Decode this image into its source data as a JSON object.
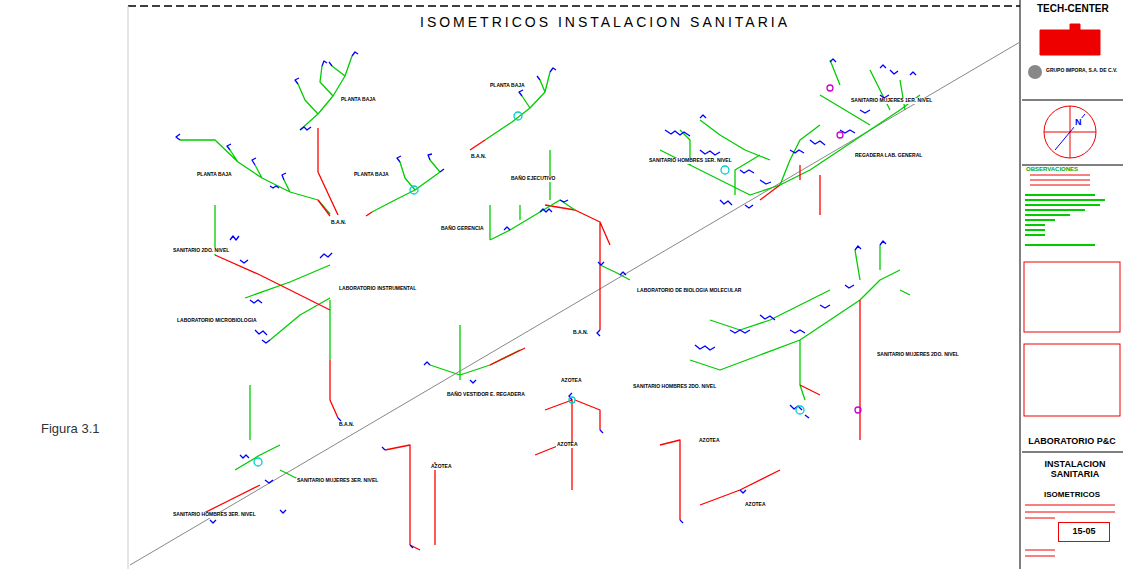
{
  "diagram": {
    "title": "ISOMETRICOS INSTALACION SANITARIA",
    "nodes": [
      {
        "text": [
          "LABORATORIO P&C"
        ]
      },
      {
        "text": [
          "INSTALACION SANITARIA"
        ]
      },
      {
        "text": [
          "ISOMETRICOS"
        ]
      },
      {
        "text": [
          "15-05"
        ]
      }
    ],
    "labels": [
      "TECH-CENTER",
      "Figura 3.1",
      "N",
      "PLANTA BAJA",
      "PLANTA BAJA",
      "PLANTA BAJA",
      "PLANTA BAJA",
      "BAÑO EJECUTIVO",
      "BAÑO GERENCIA",
      "SANITARIO MUJERES 1ER. NIVEL",
      "REGADERA LAB. GENERAL",
      "SANITARIO HOMBRES 1ER. NIVEL",
      "SANITARIO 2DO. NIVEL",
      "LABORATORIO INSTRUMENTAL",
      "LABORATORIO MICROBIOLOGIA",
      "LABORATORIO DE BIOLOGIA MOLECULAR",
      "SANITARIO HOMBRES 2DO. NIVEL",
      "SANITARIO MUJERES 2DO. NIVEL",
      "BAÑO VESTIDOR E. REGADERA",
      "SANITARIO MUJERES 3ER. NIVEL",
      "SANITARIO HOMBRES 3ER. NIVEL",
      "AZOTEA",
      "AZOTEA",
      "AZOTEA",
      "AZOTEA",
      "AZOTEA",
      "GRUPO IMPORA, S.A. DE C.V.",
      "OBSERVACIONES",
      "B.A.N.",
      "B.A.N.",
      "B.A.N.",
      "B.A.N."
    ]
  }
}
